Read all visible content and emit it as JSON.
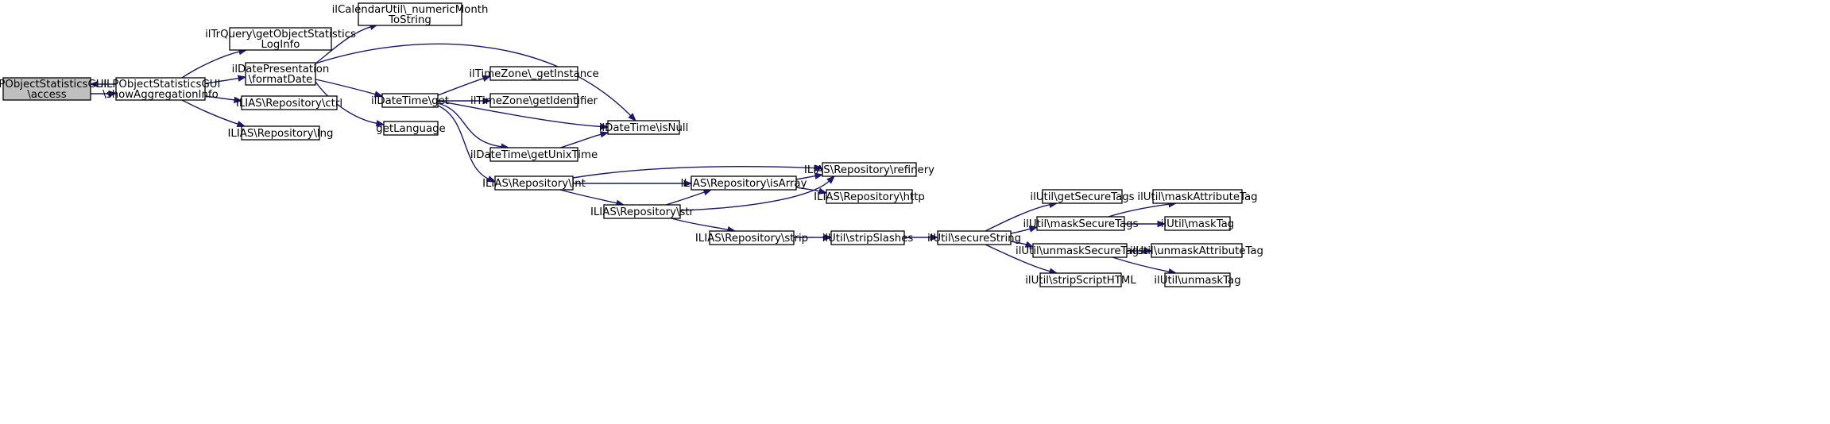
{
  "colors": {
    "edge": "#191970",
    "node_fill": "#ffffff",
    "node_border": "#000000",
    "root_fill": "#bfbfbf",
    "truncated_border": "#ff0000"
  },
  "nodes": [
    {
      "id": "access",
      "lines": [
        "ilLPObjectStatisticsGUI",
        "\\access"
      ],
      "root": true
    },
    {
      "id": "showAgg",
      "lines": [
        "ilLPObjectStatisticsGUI",
        "\\showAggregationInfo"
      ]
    },
    {
      "id": "trquery",
      "lines": [
        "ilTrQuery\\getObjectStatistics",
        "LogInfo"
      ]
    },
    {
      "id": "formatDate",
      "lines": [
        "ilDatePresentation",
        "\\formatDate"
      ]
    },
    {
      "id": "ctrl",
      "lines": [
        "ILIAS\\Repository\\ctrl"
      ]
    },
    {
      "id": "lng",
      "lines": [
        "ILIAS\\Repository\\lng"
      ]
    },
    {
      "id": "calendar",
      "lines": [
        "ilCalendarUtil\\_numericMonth",
        "ToString"
      ]
    },
    {
      "id": "dtget",
      "lines": [
        "ilDateTime\\get"
      ]
    },
    {
      "id": "getLanguage",
      "lines": [
        "getLanguage"
      ]
    },
    {
      "id": "tzInstance",
      "lines": [
        "ilTimeZone\\_getInstance"
      ]
    },
    {
      "id": "tzIdent",
      "lines": [
        "ilTimeZone\\getIdentifier"
      ]
    },
    {
      "id": "isNull",
      "lines": [
        "ilDateTime\\isNull"
      ]
    },
    {
      "id": "unixTime",
      "lines": [
        "ilDateTime\\getUnixTime"
      ]
    },
    {
      "id": "repoInt",
      "lines": [
        "ILIAS\\Repository\\int"
      ]
    },
    {
      "id": "refinery",
      "lines": [
        "ILIAS\\Repository\\refinery"
      ]
    },
    {
      "id": "isArray",
      "lines": [
        "ILIAS\\Repository\\isArray"
      ]
    },
    {
      "id": "http",
      "lines": [
        "ILIAS\\Repository\\http"
      ]
    },
    {
      "id": "repoStr",
      "lines": [
        "ILIAS\\Repository\\str"
      ]
    },
    {
      "id": "strip",
      "lines": [
        "ILIAS\\Repository\\strip"
      ]
    },
    {
      "id": "stripSlashes",
      "lines": [
        "ilUtil\\stripSlashes"
      ]
    },
    {
      "id": "secureString",
      "lines": [
        "ilUtil\\secureString"
      ]
    },
    {
      "id": "getSecureTags",
      "lines": [
        "ilUtil\\getSecureTags"
      ]
    },
    {
      "id": "maskSecureTags",
      "lines": [
        "ilUtil\\maskSecureTags"
      ]
    },
    {
      "id": "unmaskSecureTags",
      "lines": [
        "ilUtil\\unmaskSecureTags"
      ]
    },
    {
      "id": "stripScript",
      "lines": [
        "ilUtil\\stripScriptHTML"
      ]
    },
    {
      "id": "maskAttrTag",
      "lines": [
        "ilUtil\\maskAttributeTag"
      ]
    },
    {
      "id": "maskTag",
      "lines": [
        "ilUtil\\maskTag"
      ]
    },
    {
      "id": "unmaskAttrTag",
      "lines": [
        "ilUtil\\unmaskAttributeTag"
      ],
      "truncated": true
    },
    {
      "id": "unmaskTag",
      "lines": [
        "ilUtil\\unmaskTag"
      ]
    }
  ],
  "edges": [
    {
      "from": "access",
      "to": "showAgg"
    },
    {
      "from": "showAgg",
      "to": "access"
    },
    {
      "from": "showAgg",
      "to": "trquery"
    },
    {
      "from": "showAgg",
      "to": "formatDate"
    },
    {
      "from": "showAgg",
      "to": "ctrl"
    },
    {
      "from": "showAgg",
      "to": "lng"
    },
    {
      "from": "formatDate",
      "to": "calendar"
    },
    {
      "from": "formatDate",
      "to": "isNull"
    },
    {
      "from": "formatDate",
      "to": "dtget"
    },
    {
      "from": "formatDate",
      "to": "getLanguage"
    },
    {
      "from": "dtget",
      "to": "tzInstance"
    },
    {
      "from": "dtget",
      "to": "tzIdent"
    },
    {
      "from": "dtget",
      "to": "isNull"
    },
    {
      "from": "dtget",
      "to": "unixTime"
    },
    {
      "from": "dtget",
      "to": "repoInt"
    },
    {
      "from": "unixTime",
      "to": "isNull"
    },
    {
      "from": "repoInt",
      "to": "refinery"
    },
    {
      "from": "repoInt",
      "to": "isArray"
    },
    {
      "from": "repoInt",
      "to": "repoStr"
    },
    {
      "from": "isArray",
      "to": "refinery"
    },
    {
      "from": "isArray",
      "to": "http"
    },
    {
      "from": "repoStr",
      "to": "isArray"
    },
    {
      "from": "repoStr",
      "to": "refinery"
    },
    {
      "from": "repoStr",
      "to": "strip"
    },
    {
      "from": "strip",
      "to": "stripSlashes"
    },
    {
      "from": "stripSlashes",
      "to": "secureString"
    },
    {
      "from": "secureString",
      "to": "getSecureTags"
    },
    {
      "from": "secureString",
      "to": "maskSecureTags"
    },
    {
      "from": "secureString",
      "to": "unmaskSecureTags"
    },
    {
      "from": "secureString",
      "to": "stripScript"
    },
    {
      "from": "maskSecureTags",
      "to": "maskAttrTag"
    },
    {
      "from": "maskSecureTags",
      "to": "maskTag"
    },
    {
      "from": "unmaskSecureTags",
      "to": "unmaskAttrTag"
    },
    {
      "from": "unmaskSecureTags",
      "to": "unmaskTag"
    }
  ]
}
